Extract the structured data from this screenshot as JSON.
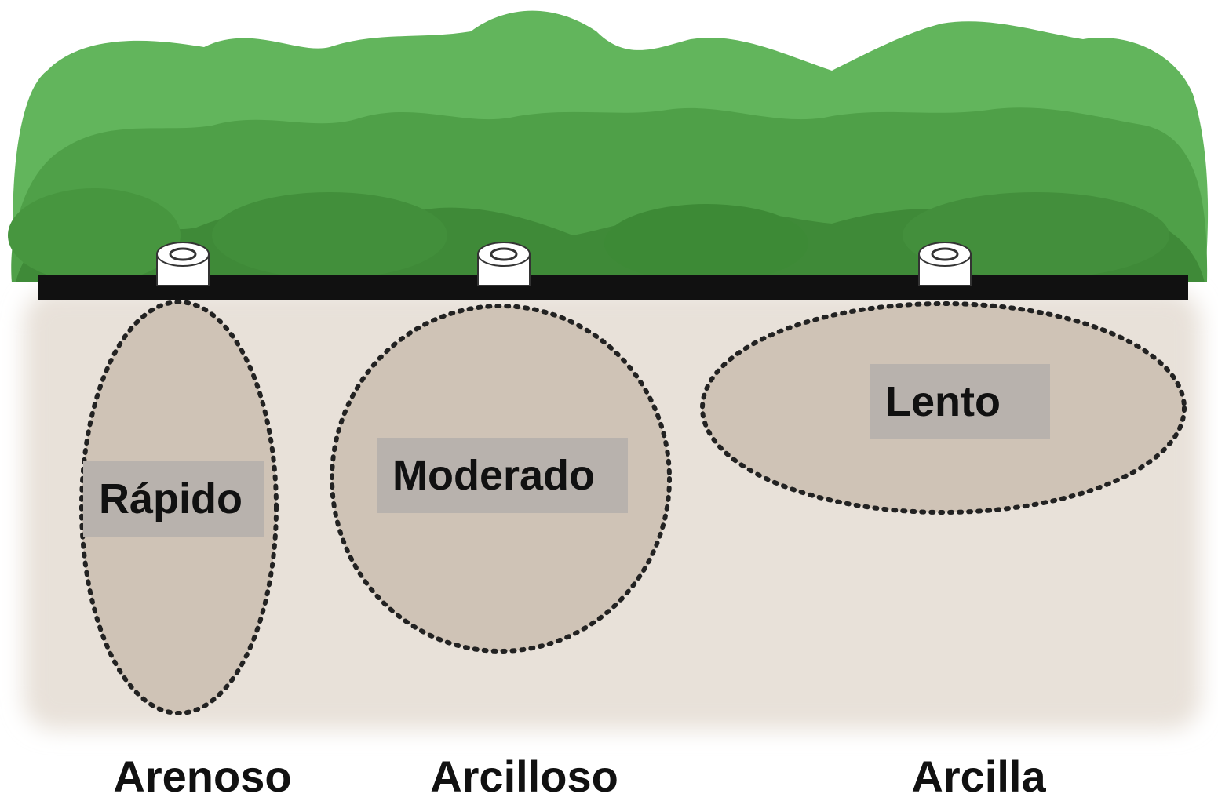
{
  "colors": {
    "canopy_light": "#62b55c",
    "canopy_mid": "#4fa048",
    "canopy_dark": "#3f8a38",
    "soil_background": "#e8e1d9",
    "wetted_zone": "#cfc3b6",
    "label_box": "#b8b2ad",
    "drip_line": "#111111",
    "text": "#111111"
  },
  "zones": [
    {
      "id": "arenoso",
      "rate_label": "Rápido",
      "soil_label": "Arenoso"
    },
    {
      "id": "arcilloso",
      "rate_label": "Moderado",
      "soil_label": "Arcilloso"
    },
    {
      "id": "arcilla",
      "rate_label": "Lento",
      "soil_label": "Arcilla"
    }
  ]
}
